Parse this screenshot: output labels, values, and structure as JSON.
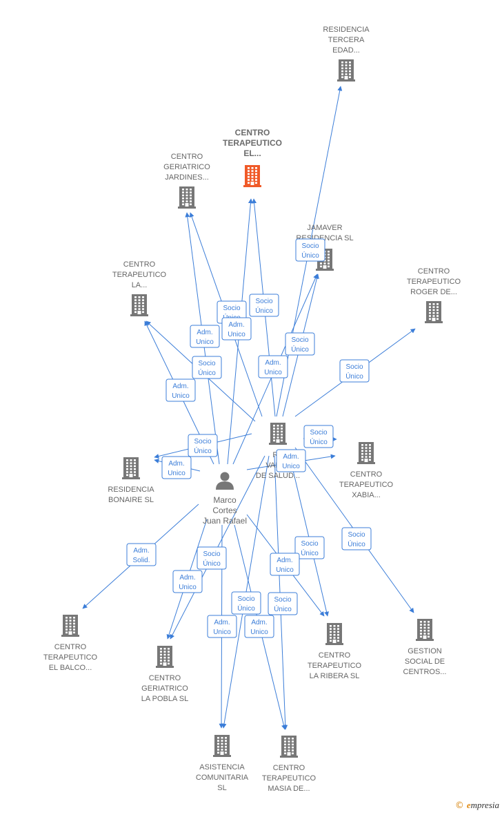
{
  "nodes": [
    {
      "id": "hub",
      "lines": [
        "RE",
        "VALEN",
        "DE SALUD..."
      ],
      "kind": "company",
      "color": "#777777"
    },
    {
      "id": "center-el",
      "lines": [
        "CENTRO",
        "TERAPEUTICO",
        "EL..."
      ],
      "kind": "company",
      "color": "#f05a28",
      "main": true
    },
    {
      "id": "residencia-tercera",
      "lines": [
        "RESIDENCIA",
        "TERCERA",
        "EDAD..."
      ],
      "kind": "company",
      "color": "#777777"
    },
    {
      "id": "geriatrico-jardines",
      "lines": [
        "CENTRO",
        "GERIATRICO",
        "JARDINES..."
      ],
      "kind": "company",
      "color": "#777777"
    },
    {
      "id": "jamaver",
      "lines": [
        "JAMAVER",
        "RESIDENCIA SL"
      ],
      "kind": "company",
      "color": "#777777"
    },
    {
      "id": "terapeutico-la",
      "lines": [
        "CENTRO",
        "TERAPEUTICO",
        "LA..."
      ],
      "kind": "company",
      "color": "#777777"
    },
    {
      "id": "roger",
      "lines": [
        "CENTRO",
        "TERAPEUTICO",
        "ROGER DE..."
      ],
      "kind": "company",
      "color": "#777777"
    },
    {
      "id": "bonaire",
      "lines": [
        "RESIDENCIA",
        "BONAIRE SL"
      ],
      "kind": "company",
      "color": "#777777"
    },
    {
      "id": "xabia",
      "lines": [
        "CENTRO",
        "TERAPEUTICO",
        "XABIA..."
      ],
      "kind": "company",
      "color": "#777777"
    },
    {
      "id": "balco",
      "lines": [
        "CENTRO",
        "TERAPEUTICO",
        "EL BALCO..."
      ],
      "kind": "company",
      "color": "#777777"
    },
    {
      "id": "pobla",
      "lines": [
        "CENTRO",
        "GERIATRICO",
        "LA POBLA SL"
      ],
      "kind": "company",
      "color": "#777777"
    },
    {
      "id": "ribera",
      "lines": [
        "CENTRO",
        "TERAPEUTICO",
        "LA RIBERA  SL"
      ],
      "kind": "company",
      "color": "#777777"
    },
    {
      "id": "gestion",
      "lines": [
        "GESTION",
        "SOCIAL DE",
        "CENTROS..."
      ],
      "kind": "company",
      "color": "#777777"
    },
    {
      "id": "asistencia",
      "lines": [
        "ASISTENCIA",
        "COMUNITARIA",
        "SL"
      ],
      "kind": "company",
      "color": "#777777"
    },
    {
      "id": "masia",
      "lines": [
        "CENTRO",
        "TERAPEUTICO",
        "MASIA DE..."
      ],
      "kind": "company",
      "color": "#777777"
    },
    {
      "id": "person",
      "lines": [
        "Marco",
        "Cortes",
        "Juan Rafael"
      ],
      "kind": "person",
      "color": "#777777"
    }
  ],
  "edges": [
    {
      "from": "hub",
      "to": "residencia-tercera",
      "label": [
        "Socio",
        "Único"
      ]
    },
    {
      "from": "hub",
      "to": "center-el",
      "label": [
        "Socio",
        "Único"
      ]
    },
    {
      "from": "hub",
      "to": "geriatrico-jardines",
      "label": [
        "Socio",
        "Único"
      ]
    },
    {
      "from": "hub",
      "to": "jamaver",
      "label": [
        "Socio",
        "Único"
      ]
    },
    {
      "from": "hub",
      "to": "terapeutico-la",
      "label": [
        "Socio",
        "Único"
      ]
    },
    {
      "from": "hub",
      "to": "roger",
      "label": [
        "Socio",
        "Único"
      ]
    },
    {
      "from": "hub",
      "to": "bonaire",
      "label": [
        "Socio",
        "Único"
      ]
    },
    {
      "from": "hub",
      "to": "xabia",
      "label": [
        "Socio",
        "Único"
      ]
    },
    {
      "from": "hub",
      "to": "gestion",
      "label": [
        "Socio",
        "Único"
      ]
    },
    {
      "from": "hub",
      "to": "ribera",
      "label": [
        "Socio",
        "Único"
      ]
    },
    {
      "from": "hub",
      "to": "pobla",
      "label": [
        "Socio",
        "Único"
      ]
    },
    {
      "from": "hub",
      "to": "asistencia",
      "label": [
        "Socio",
        "Único"
      ]
    },
    {
      "from": "hub",
      "to": "masia",
      "label": [
        "Socio",
        "Único"
      ]
    },
    {
      "from": "person",
      "to": "center-el",
      "label": [
        "Adm.",
        "Unico"
      ]
    },
    {
      "from": "person",
      "to": "geriatrico-jardines",
      "label": [
        "Adm.",
        "Unico"
      ]
    },
    {
      "from": "person",
      "to": "jamaver",
      "label": [
        "Adm.",
        "Unico"
      ]
    },
    {
      "from": "person",
      "to": "terapeutico-la",
      "label": [
        "Adm.",
        "Unico"
      ]
    },
    {
      "from": "person",
      "to": "bonaire",
      "label": [
        "Adm.",
        "Unico"
      ]
    },
    {
      "from": "person",
      "to": "xabia",
      "label": [
        "Adm.",
        "Unico"
      ]
    },
    {
      "from": "person",
      "to": "balco",
      "label": [
        "Adm.",
        "Solid."
      ]
    },
    {
      "from": "person",
      "to": "pobla",
      "label": [
        "Adm.",
        "Unico"
      ]
    },
    {
      "from": "person",
      "to": "ribera",
      "label": [
        "Adm.",
        "Unico"
      ]
    },
    {
      "from": "person",
      "to": "asistencia",
      "label": [
        "Adm.",
        "Unico"
      ]
    },
    {
      "from": "person",
      "to": "masia",
      "label": [
        "Adm.",
        "Unico"
      ]
    }
  ],
  "brand": {
    "copyright": "©",
    "name_first": "e",
    "name_rest": "mpresia"
  }
}
